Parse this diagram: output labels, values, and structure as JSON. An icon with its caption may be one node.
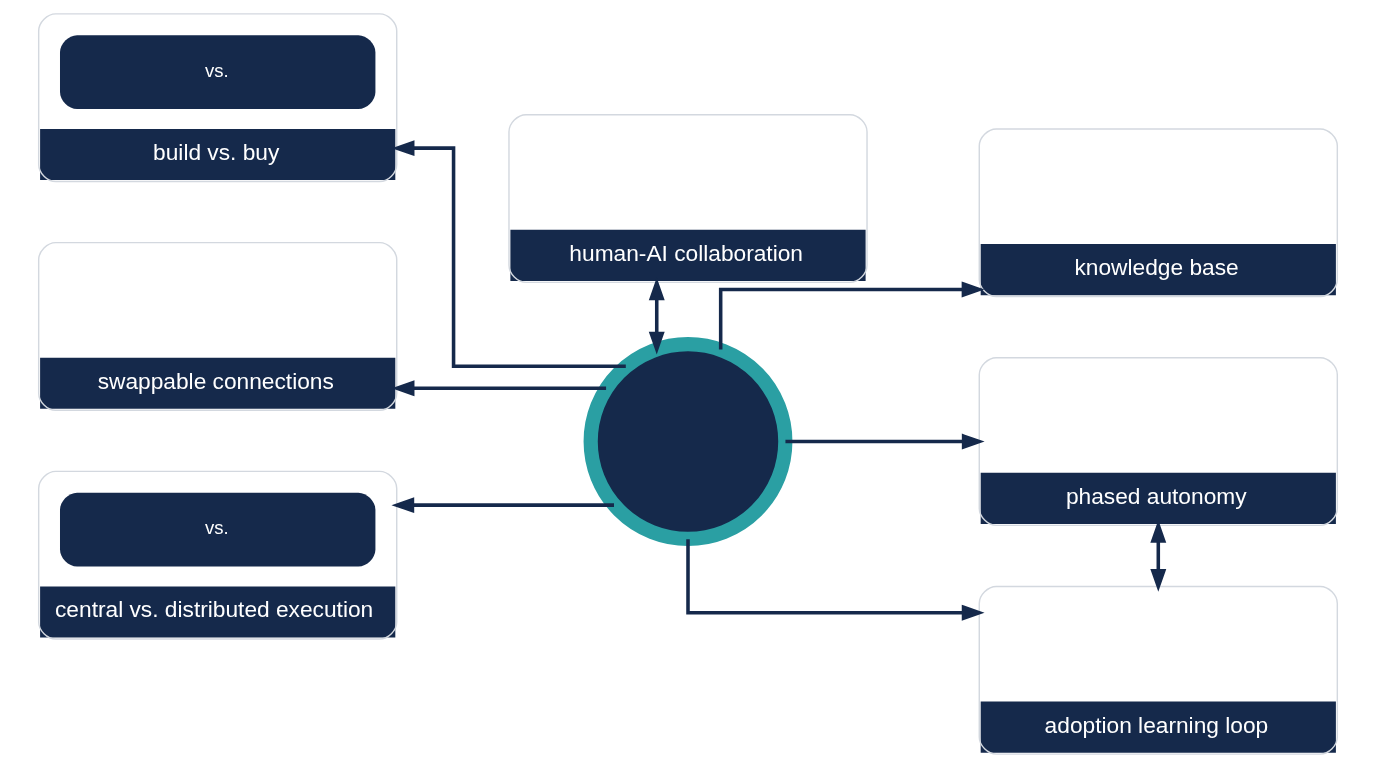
{
  "diagram": {
    "nodes": [
      {
        "text": [
          "vs.",
          "build vs. buy"
        ]
      },
      {
        "text": [
          "human-AI collaboration"
        ]
      },
      {
        "text": [
          "knowledge base"
        ]
      },
      {
        "text": [
          "swappable connections"
        ]
      },
      {
        "text": [],
        "shape": "circle"
      },
      {
        "text": [
          "phased autonomy"
        ]
      },
      {
        "text": [
          "vs.",
          "central vs. distributed execution"
        ]
      },
      {
        "text": [
          "adoption learning loop"
        ]
      }
    ],
    "edges": [
      {
        "from": 1,
        "to": 4,
        "arrow": "both"
      },
      {
        "from": 4,
        "to": 0,
        "arrow": "to"
      },
      {
        "from": 4,
        "to": 2,
        "arrow": "to"
      },
      {
        "from": 4,
        "to": 3,
        "arrow": "to"
      },
      {
        "from": 4,
        "to": 5,
        "arrow": "to"
      },
      {
        "from": 4,
        "to": 6,
        "arrow": "to"
      },
      {
        "from": 4,
        "to": 7,
        "arrow": "to"
      },
      {
        "from": 5,
        "to": 7,
        "arrow": "both"
      }
    ]
  }
}
